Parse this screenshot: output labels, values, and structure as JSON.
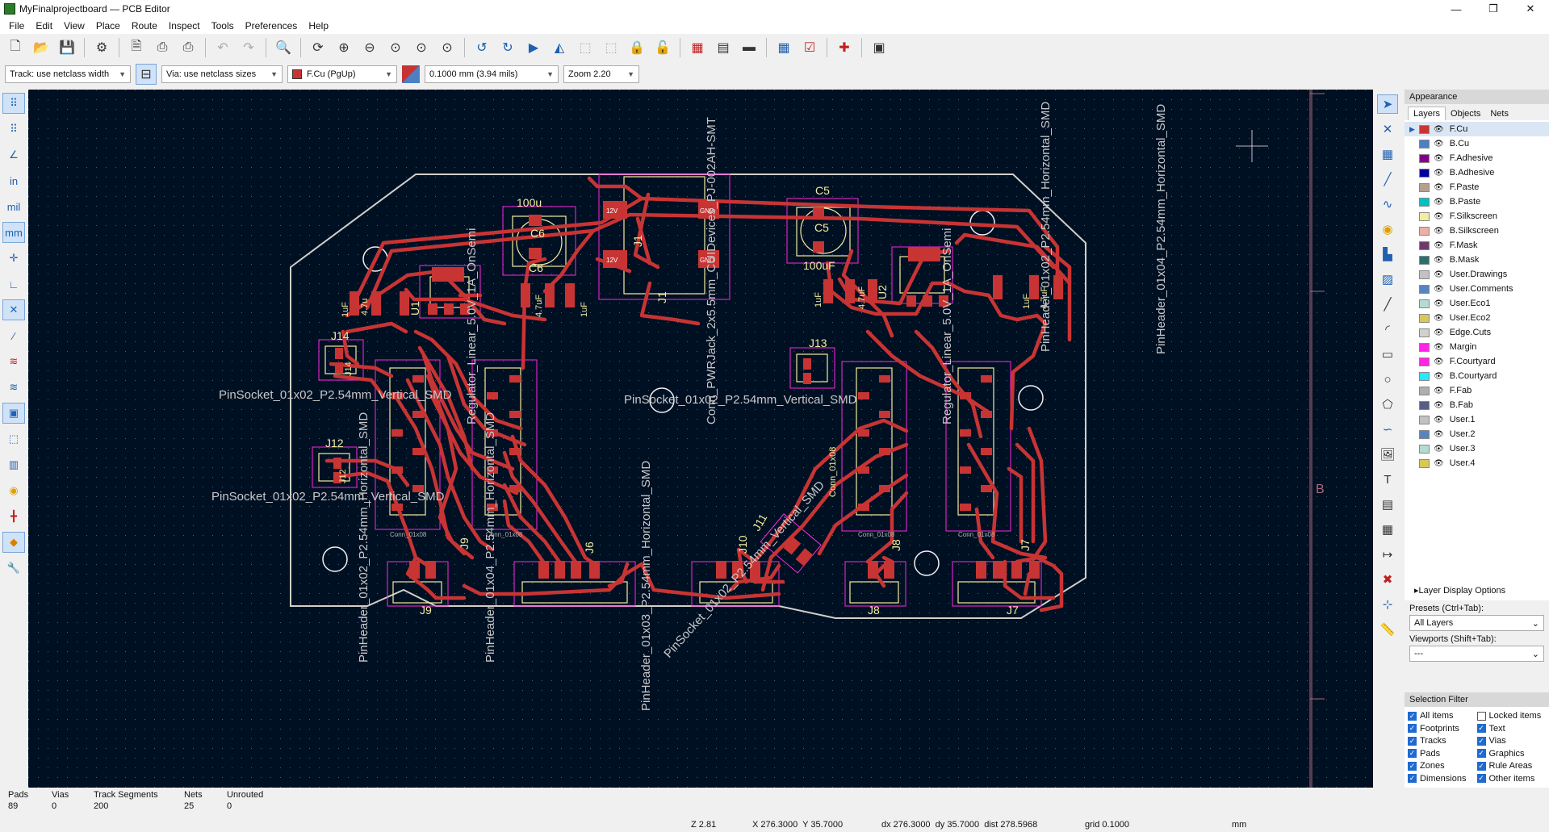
{
  "window": {
    "title": "MyFinalprojectboard — PCB Editor",
    "buttons": [
      "—",
      "❐",
      "✕"
    ]
  },
  "menu": [
    "File",
    "Edit",
    "View",
    "Place",
    "Route",
    "Inspect",
    "Tools",
    "Preferences",
    "Help"
  ],
  "toolbar2": {
    "track": "Track: use netclass width",
    "via": "Via: use netclass sizes",
    "layer": "F.Cu (PgUp)",
    "grid": "0.1000 mm (3.94 mils)",
    "zoom": "Zoom 2.20"
  },
  "left_toolbar": {
    "in_label": "in",
    "mil_label": "mil",
    "mm_label": "mm"
  },
  "colors": {
    "canvas": "#001023",
    "copper": "#c83434",
    "edge": "#d0d0c8",
    "silk": "#f2eda1",
    "courtyard": "#ff26e2"
  },
  "canvas_labels": {
    "c6a": "100u",
    "c6b": "C6",
    "c6c": "C6",
    "c5a": "C5",
    "c5b": "C5",
    "c5c": "100uF",
    "j14a": "J14",
    "j14b": "J14",
    "j12a": "J12",
    "j12b": "J12",
    "j13": "J13",
    "j1": "J1",
    "j1b": "J1",
    "j9": "J9",
    "j6": "J6",
    "j10": "J10",
    "j11": "J11",
    "j8": "J8",
    "j7": "J7",
    "u1": "U1",
    "u2": "U2",
    "b": "B",
    "pad12v_a": "12V",
    "pad12v_b": "12V",
    "padgnd_a": "GND",
    "padgnd_b": "GND",
    "ps1": "PinSocket_01x02_P2.54mm_Vertical_SMD",
    "ps2": "PinSocket_01x02_P2.54mm_Vertical_SMD",
    "ps3": "PinSocket_01x02_P2.54mm_Vertical_SMD",
    "ps4": "PinSocket_01x02_P2.54mm_Vertical_SMD",
    "ph1": "PinHeader_01x02_P2.54mm_Horizontal_SMD",
    "ph2": "PinHeader_01x04_P2.54mm_Horizontal_SMD",
    "ph3": "PinHeader_01x03_P2.54mm_Horizontal_SMD",
    "ph4": "PinHeader_01x02_P2.54mm_Horizontal_SMD",
    "ph5": "PinHeader_01x04_P2.54mm_Horizontal_SMD",
    "pj": "Conn_PWRJack_2x5.5mm_CUIDevices_PJ-002AH-SMT",
    "reg1": "Regulator_Linear_5.0V_1A_OnSemi",
    "reg2": "Regulator_Linear_5.0V_1A_OnSemi",
    "cl1": "1uF",
    "cl2": "4.7u",
    "cl3": "4.7uF",
    "cl4": "1uF",
    "cl5": "1uF",
    "cl6": "4.7uF",
    "cl7": "1uF",
    "cl8": "4.7uF",
    "conn1": "Conn_01x08",
    "conn2": "Conn_01x08",
    "conn3": "Conn_01x08",
    "conn4": "Conn_01x08"
  },
  "appearance": {
    "header": "Appearance",
    "tabs": [
      "Layers",
      "Objects",
      "Nets"
    ],
    "layers": [
      {
        "name": "F.Cu",
        "color": "#c83434"
      },
      {
        "name": "B.Cu",
        "color": "#4d7fc4"
      },
      {
        "name": "F.Adhesive",
        "color": "#84008a"
      },
      {
        "name": "B.Adhesive",
        "color": "#0000a0"
      },
      {
        "name": "F.Paste",
        "color": "#b4a090"
      },
      {
        "name": "B.Paste",
        "color": "#00c2c2"
      },
      {
        "name": "F.Silkscreen",
        "color": "#f2eda1"
      },
      {
        "name": "B.Silkscreen",
        "color": "#e8b2a7"
      },
      {
        "name": "F.Mask",
        "color": "#6e3a6e"
      },
      {
        "name": "B.Mask",
        "color": "#2a7070"
      },
      {
        "name": "User.Drawings",
        "color": "#c2c2c2"
      },
      {
        "name": "User.Comments",
        "color": "#5984c0"
      },
      {
        "name": "User.Eco1",
        "color": "#b4dbd2"
      },
      {
        "name": "User.Eco2",
        "color": "#d8c85a"
      },
      {
        "name": "Edge.Cuts",
        "color": "#d0d2cd"
      },
      {
        "name": "Margin",
        "color": "#ff26e2"
      },
      {
        "name": "F.Courtyard",
        "color": "#ff26e2"
      },
      {
        "name": "B.Courtyard",
        "color": "#26e9ff"
      },
      {
        "name": "F.Fab",
        "color": "#afafaf"
      },
      {
        "name": "B.Fab",
        "color": "#585d84"
      },
      {
        "name": "User.1",
        "color": "#c2c2c2"
      },
      {
        "name": "User.2",
        "color": "#5984c0"
      },
      {
        "name": "User.3",
        "color": "#b4dbd2"
      },
      {
        "name": "User.4",
        "color": "#d8c85a"
      }
    ],
    "layer_display_options": "Layer Display Options",
    "presets_label": "Presets (Ctrl+Tab):",
    "presets_value": "All Layers",
    "viewports_label": "Viewports (Shift+Tab):",
    "viewports_value": "---"
  },
  "selection_filter": {
    "header": "Selection Filter",
    "items": [
      {
        "label": "All items",
        "checked": true
      },
      {
        "label": "Locked items",
        "checked": false
      },
      {
        "label": "Footprints",
        "checked": true
      },
      {
        "label": "Text",
        "checked": true
      },
      {
        "label": "Tracks",
        "checked": true
      },
      {
        "label": "Vias",
        "checked": true
      },
      {
        "label": "Pads",
        "checked": true
      },
      {
        "label": "Graphics",
        "checked": true
      },
      {
        "label": "Zones",
        "checked": true
      },
      {
        "label": "Rule Areas",
        "checked": true
      },
      {
        "label": "Dimensions",
        "checked": true
      },
      {
        "label": "Other items",
        "checked": true
      }
    ]
  },
  "status": {
    "pads_label": "Pads",
    "pads": "89",
    "vias_label": "Vias",
    "vias": "0",
    "tracks_label": "Track Segments",
    "tracks": "200",
    "nets_label": "Nets",
    "nets": "25",
    "unrouted_label": "Unrouted",
    "unrouted": "0",
    "zoom": "Z 2.81",
    "xy": "X 276.3000  Y 35.7000",
    "dxy": "dx 276.3000  dy 35.7000  dist 278.5968",
    "grid": "grid 0.1000",
    "units": "mm"
  }
}
